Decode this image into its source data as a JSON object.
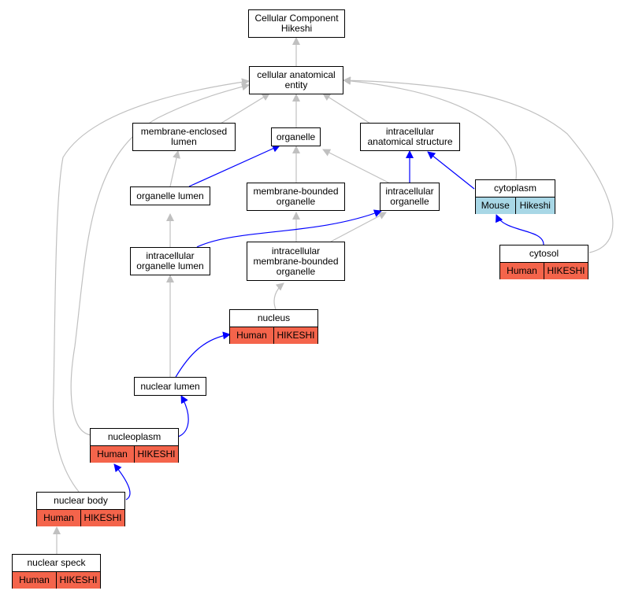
{
  "colors": {
    "is_a_edge": "#c0c0c0",
    "part_of_edge": "#0000ff",
    "human": "#f4644b",
    "mouse": "#a8d7e6"
  },
  "nodes": {
    "root": {
      "label": "Cellular Component\nHikeshi"
    },
    "cae": {
      "label": "cellular anatomical\nentity"
    },
    "mel": {
      "label": "membrane-enclosed\nlumen"
    },
    "org": {
      "label": "organelle"
    },
    "ias": {
      "label": "intracellular\nanatomical structure"
    },
    "orgl": {
      "label": "organelle lumen"
    },
    "mbo": {
      "label": "membrane-bounded\norganelle"
    },
    "io": {
      "label": "intracellular\norganelle"
    },
    "cyto": {
      "label": "cytoplasm",
      "species": "Mouse",
      "gene": "Hikeshi"
    },
    "iol": {
      "label": "intracellular\norganelle lumen"
    },
    "imbo": {
      "label": "intracellular\nmembrane-bounded\norganelle"
    },
    "cytosol": {
      "label": "cytosol",
      "species": "Human",
      "gene": "HIKESHI"
    },
    "nuc": {
      "label": "nucleus",
      "species": "Human",
      "gene": "HIKESHI"
    },
    "nl": {
      "label": "nuclear lumen"
    },
    "np": {
      "label": "nucleoplasm",
      "species": "Human",
      "gene": "HIKESHI"
    },
    "nb": {
      "label": "nuclear body",
      "species": "Human",
      "gene": "HIKESHI"
    },
    "ns": {
      "label": "nuclear speck",
      "species": "Human",
      "gene": "HIKESHI"
    }
  }
}
